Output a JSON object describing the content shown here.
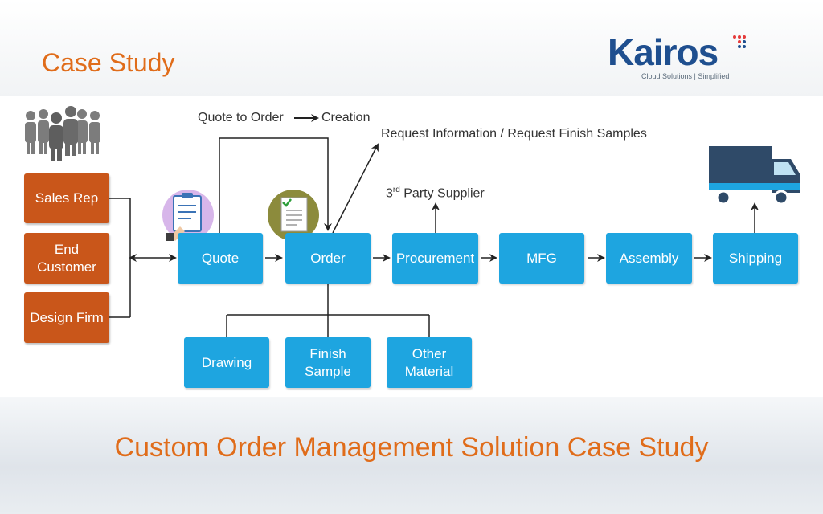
{
  "header": {
    "title": "Case Study"
  },
  "logo": {
    "name": "Kairos",
    "tagline": "Cloud Solutions | Simplified"
  },
  "diagram": {
    "customers": [
      {
        "label": "Sales Rep"
      },
      {
        "label": "End\nCustomer"
      },
      {
        "label": "Design Firm"
      }
    ],
    "flow": [
      {
        "label": "Quote"
      },
      {
        "label": "Order"
      },
      {
        "label": "Procurement"
      },
      {
        "label": "MFG"
      },
      {
        "label": "Assembly"
      },
      {
        "label": "Shipping"
      }
    ],
    "order_inputs": [
      {
        "label": "Drawing"
      },
      {
        "label": "Finish\nSample"
      },
      {
        "label": "Other\nMaterial"
      }
    ],
    "annotations": {
      "quote_to_order": "Quote to Order",
      "creation": "Creation",
      "request_info": "Request Information / Request Finish Samples",
      "supplier_prefix": "3",
      "supplier_sup": "rd",
      "supplier_suffix": " Party Supplier"
    },
    "colors": {
      "flow_box": "#1ea5e0",
      "customer_box": "#c9561a",
      "title": "#e06c1a"
    }
  },
  "footer": {
    "title": "Custom Order Management Solution Case Study"
  }
}
